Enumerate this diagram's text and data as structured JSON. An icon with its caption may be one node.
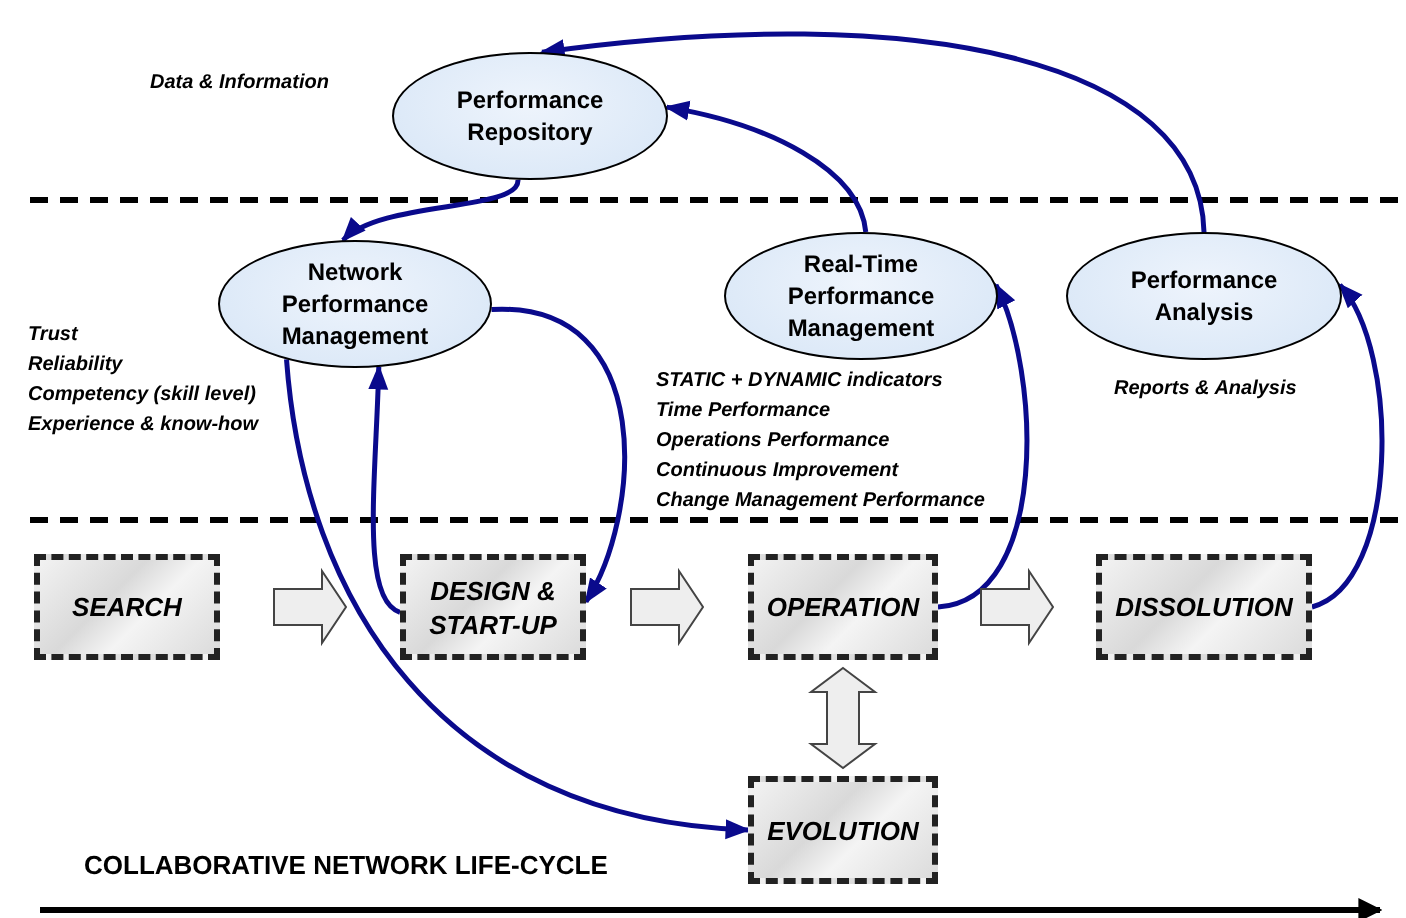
{
  "diagram": {
    "nodes": [
      {
        "text": [
          "Performance Repository"
        ],
        "beside": [
          "Data & Information"
        ]
      },
      {
        "text": [
          "Network Performance Management"
        ],
        "beside": [
          "Trust",
          "Reliability",
          "Competency (skill level)",
          "Experience & know-how"
        ]
      },
      {
        "text": [
          "Real-Time Performance Management"
        ],
        "beside": [
          "STATIC + DYNAMIC indicators",
          "Time Performance",
          "Operations Performance",
          "Continuous Improvement",
          "Change Management Performance"
        ]
      },
      {
        "text": [
          "Performance Analysis"
        ],
        "beside": [
          "Reports & Analysis"
        ]
      },
      {
        "text": [
          "SEARCH"
        ]
      },
      {
        "text": [
          "DESIGN & START-UP"
        ]
      },
      {
        "text": [
          "OPERATION"
        ]
      },
      {
        "text": [
          "DISSOLUTION"
        ]
      },
      {
        "text": [
          "EVOLUTION"
        ]
      }
    ],
    "edges": [
      {
        "from": 0,
        "to": 1,
        "arrow": "to"
      },
      {
        "from": 2,
        "to": 0,
        "arrow": "to"
      },
      {
        "from": 3,
        "to": 0,
        "arrow": "to"
      },
      {
        "from": 1,
        "to": 5,
        "arrow": "to"
      },
      {
        "from": 5,
        "to": 1,
        "arrow": "to"
      },
      {
        "from": 1,
        "to": 8,
        "arrow": "to"
      },
      {
        "from": 6,
        "to": 2,
        "arrow": "to"
      },
      {
        "from": 7,
        "to": 3,
        "arrow": "to"
      },
      {
        "from": 4,
        "to": 5,
        "arrow": "to",
        "style": "thick",
        "color": "#eeeeee"
      },
      {
        "from": 5,
        "to": 6,
        "arrow": "to",
        "style": "thick",
        "color": "#eeeeee"
      },
      {
        "from": 6,
        "to": 7,
        "arrow": "to",
        "style": "thick",
        "color": "#eeeeee"
      },
      {
        "from": 6,
        "to": 8,
        "arrow": "both",
        "style": "thick",
        "color": "#eeeeee"
      }
    ],
    "labels": [
      "COLLABORATIVE NETWORK LIFE-CYCLE"
    ]
  }
}
